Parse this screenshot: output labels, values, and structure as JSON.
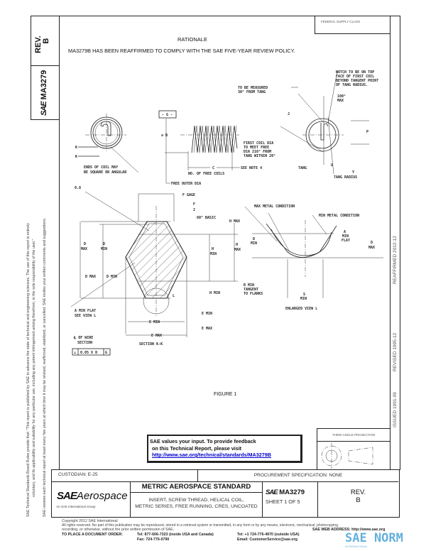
{
  "side": {
    "rev_label": "REV.",
    "rev_value": "B",
    "sae_logo": "SAE",
    "doc_number": "MA3279"
  },
  "disclaimer": {
    "line1": "SAE Technical Standards Board Rules provide that: \"This report is published by SAE to advance the state of technical and engineering sciences. The use of this report is entirely",
    "line2": "voluntary, and its applicability and suitability for any particular use, including any patent infringement arising therefrom, is the sole responsibility of the user.\"",
    "line3": "SAE reviews each technical report at least every five years at which time it may be revised, reaffirmed, stabilized, or cancelled. SAE invites your written comments and suggestions."
  },
  "header": {
    "federal_supply_class": "FEDERAL SUPPLY CLASS",
    "rationale_title": "RATIONALE",
    "rationale_text": "MA3279B HAS BEEN REAFFIRMED TO COMPLY WITH THE SAE FIVE-YEAR REVIEW POLICY."
  },
  "history": {
    "reaffirmed": "REAFFIRMED 2012-12",
    "revised": "REVISED 1995-12",
    "issued": "ISSUED 1991-09"
  },
  "drawing": {
    "end_view_left": {
      "k1": "K",
      "k2": "K",
      "note1": "ENDS OF COIL MAY",
      "note2": "BE SQUARE OR ANGULAR"
    },
    "side_view": {
      "datum": "- G -",
      "dia": "⌀ B",
      "c": "C",
      "free_coils": "NO. OF FREE COILS",
      "see_note": "SEE NOTE 4",
      "free_outer": "FREE OUTER DIA",
      "first1": "FIRST COIL DIA",
      "first2": "TO MEET FREE",
      "first3": "DIA 210° FROM",
      "first4": "TANG WITHIN 20°"
    },
    "end_view_right": {
      "notch1": "NOTCH TO BE ON TOP",
      "notch2": "FACE OF FIRST COIL",
      "notch3": "BEYOND TANGENT POINT",
      "notch4": "OF TANG RADIUS.",
      "meas1": "TO BE MEASURED",
      "meas2": "30° FROM TANG",
      "ang1": "100°",
      "ang2": "MAX",
      "j": "J",
      "p": "P",
      "tang": "TANG",
      "u": "U",
      "y": "Y",
      "tang_radius": "TANG RADIUS"
    },
    "section": {
      "r08": "0.8",
      "f_gage": "F GAGE",
      "f2": "F",
      "two": "2",
      "basic": "60° BASIC",
      "dmax": "D",
      "max": "MAX",
      "dmin": "D",
      "min": "MIN",
      "hmin": "H",
      "hmax": "H",
      "hmax_half": "H MAX",
      "dmax_half": "D MAX",
      "dmin_half": "D MIN",
      "hmin_half": "H MIN",
      "emin_half": "E MIN",
      "emax_half": "E MAX",
      "emin": "E MIN",
      "emax": "E MAX",
      "aflat1": "A MIN FLAT",
      "aflat2": "SEE VIEW L",
      "cl1": "℄ OF WIRE",
      "cl2": "SECTION",
      "title": "SECTION K-K",
      "tol_sym": "⊥",
      "tol_val": "0.05 X D",
      "tol_datum": "G",
      "l": "L"
    },
    "view_l": {
      "max_metal": "MAX METAL CONDITION",
      "min_metal": "MIN METAL CONDITION",
      "a": "A",
      "min": "MIN",
      "flat": "FLAT",
      "d": "D",
      "max": "MAX",
      "r1": "R MIN",
      "r2": "TANGENT",
      "r3": "TO FLANKS",
      "s": "S",
      "title": "ENLARGED VIEW L"
    },
    "figure_caption": "FIGURE 1"
  },
  "feedback": {
    "line1": "SAE values your input. To provide feedback",
    "line2": "on this Technical Report, please visit",
    "link": "http://www.sae.org/technical/standards/MA3279B"
  },
  "projection": {
    "label": "THIRD ANGLE PROJECTION"
  },
  "title_block": {
    "custodian": "CUSTODIAN: E-25",
    "procurement": "PROCUREMENT SPECIFICATION: NONE",
    "logo_sae": "SAE",
    "logo_aero": "Aerospace",
    "logo_sub": "An SAE International Group",
    "standard": "METRIC AEROSPACE STANDARD",
    "desc1": "INSERT, SCREW THREAD, HELICAL COIL,",
    "desc2": "METRIC SERIES, FREE RUNNING, CRES, UNCOATED",
    "sae": "SAE",
    "number": "MA3279",
    "sheet": "SHEET 1 OF 5",
    "rev_label": "REV.",
    "rev": "B"
  },
  "footer": {
    "copyright": "Copyright 2012 SAE International",
    "rights1": "All rights reserved. No part of this publication may be reproduced, stored in a retrieval system or transmitted, in any form or by any means, electronic, mechanical, photocopying,",
    "rights2": "recording, or otherwise, without the prior written permission of SAE.",
    "order": "TO PLACE A DOCUMENT ORDER:",
    "tel1": "Tel: 877-606-7323 (inside USA and Canada)",
    "fax": "Fax: 724-776-0790",
    "tel2": "Tel: +1 724-776-4970 (outside USA)",
    "email": "Email: CustomerService@sae.org",
    "web": "SAE WEB ADDRESS: http://www.sae.org"
  },
  "watermark": {
    "text": "SAE NORM",
    "sub": "INTERNATIONAL"
  },
  "colors": {
    "link": "#0000cc",
    "watermark": "#4aa3d8"
  }
}
